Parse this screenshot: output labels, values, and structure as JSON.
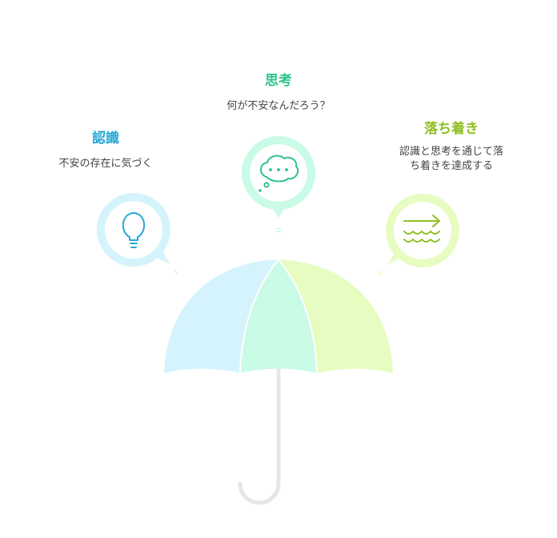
{
  "colors": {
    "blue": "#25a8d6",
    "blue_light": "#d5f3fc",
    "mint": "#2ec48a",
    "mint_light": "#c9fbe6",
    "lime": "#8fbf24",
    "lime_light": "#e7fcc1",
    "handle": "#e6e6e6",
    "text": "#444444"
  },
  "steps": [
    {
      "title": "認識",
      "description": "不安の存在に気づく",
      "icon": "lightbulb-icon"
    },
    {
      "title": "思考",
      "description": "何が不安なんだろう？",
      "icon": "thought-bubble-icon"
    },
    {
      "title": "落ち着き",
      "description_lines": [
        "認識と思考を通じて落",
        "ち着きを達成する"
      ],
      "icon": "calm-waves-icon"
    }
  ]
}
